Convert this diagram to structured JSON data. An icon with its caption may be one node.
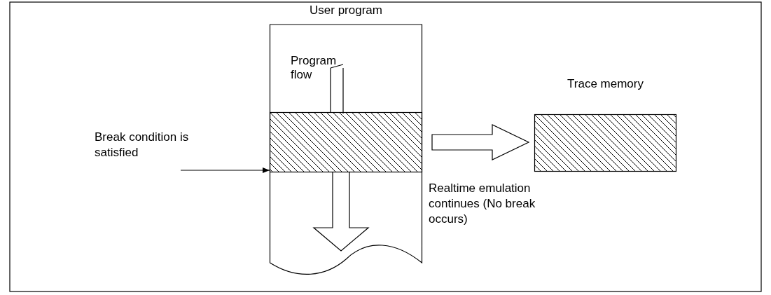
{
  "diagram": {
    "nodes": [
      {
        "text": [
          "User program"
        ]
      },
      {
        "text": [],
        "shape": "bar",
        "in": 0
      },
      {
        "text": [
          "Trace memory"
        ]
      },
      {
        "text": [
          "Break condition is satisfied"
        ]
      }
    ],
    "edges": [
      {
        "from": 3,
        "to": 1,
        "arrow": "to"
      },
      {
        "from": 1,
        "to": 2,
        "arrow": "to",
        "style": "thick"
      }
    ],
    "labels": [
      "Program flow",
      "Realtime emulation continues (No break occurs)"
    ]
  }
}
